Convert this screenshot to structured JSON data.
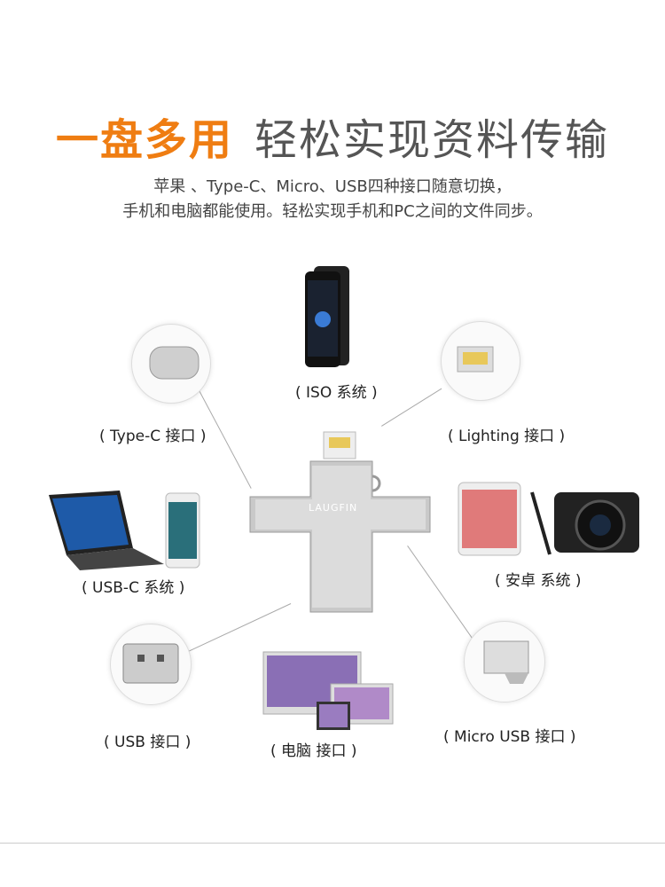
{
  "header": {
    "title_highlight": "一盘多用",
    "title_rest": "轻松实现资料传输",
    "subtitle_line1": "苹果 、Type-C、Micro、USB四种接口随意切换，",
    "subtitle_line2": "手机和电脑都能使用。轻松实现手机和PC之间的文件同步。"
  },
  "product": {
    "brand": "LAUGFIN"
  },
  "labels": {
    "ios": "( ISO 系统 )",
    "typec": "( Type-C 接口 )",
    "lightning": "(  Lighting  接口 )",
    "usbc": "( USB-C 系统 )",
    "android": "( 安卓 系统 )",
    "usb": "( USB 接口 )",
    "pc": "( 电脑 接口 )",
    "micro": "( Micro USB 接口 )"
  },
  "colors": {
    "accent": "#ef7d12"
  }
}
